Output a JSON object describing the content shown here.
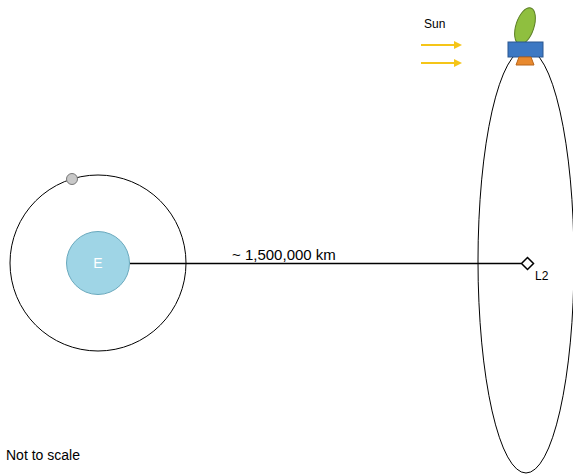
{
  "diagram": {
    "nodes": [
      {
        "text": [
          "E"
        ]
      },
      {
        "text": [
          "L2"
        ]
      }
    ],
    "edges": [
      {
        "from": 0,
        "to": 1,
        "arrow": "none",
        "label": "~ 1,500,000 km"
      }
    ],
    "labels": [
      "Sun",
      "Not to scale"
    ]
  }
}
